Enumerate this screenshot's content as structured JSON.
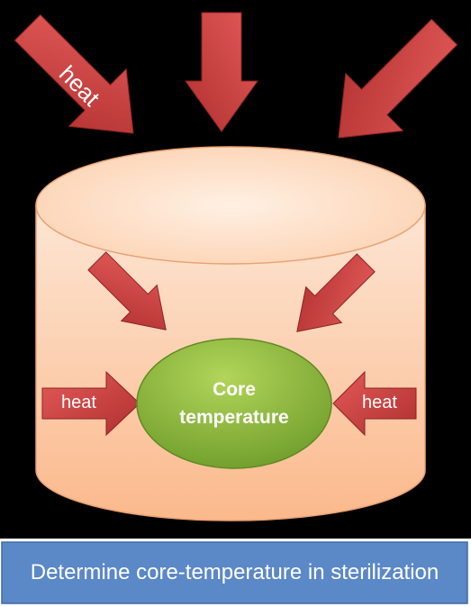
{
  "diagram": {
    "big_arrow_label": "heat",
    "left_arrow_label": "heat",
    "right_arrow_label": "heat",
    "core_line1": "Core",
    "core_line2": "temperature",
    "caption": "Determine core-temperature in sterilization"
  },
  "colors": {
    "background": "#000000",
    "arrow_red": "#c0393a",
    "cylinder_top": "#fde3cf",
    "cylinder_bottom": "#fbb98a",
    "core_green": "#8cb83a",
    "banner_blue": "#5b88c6"
  }
}
